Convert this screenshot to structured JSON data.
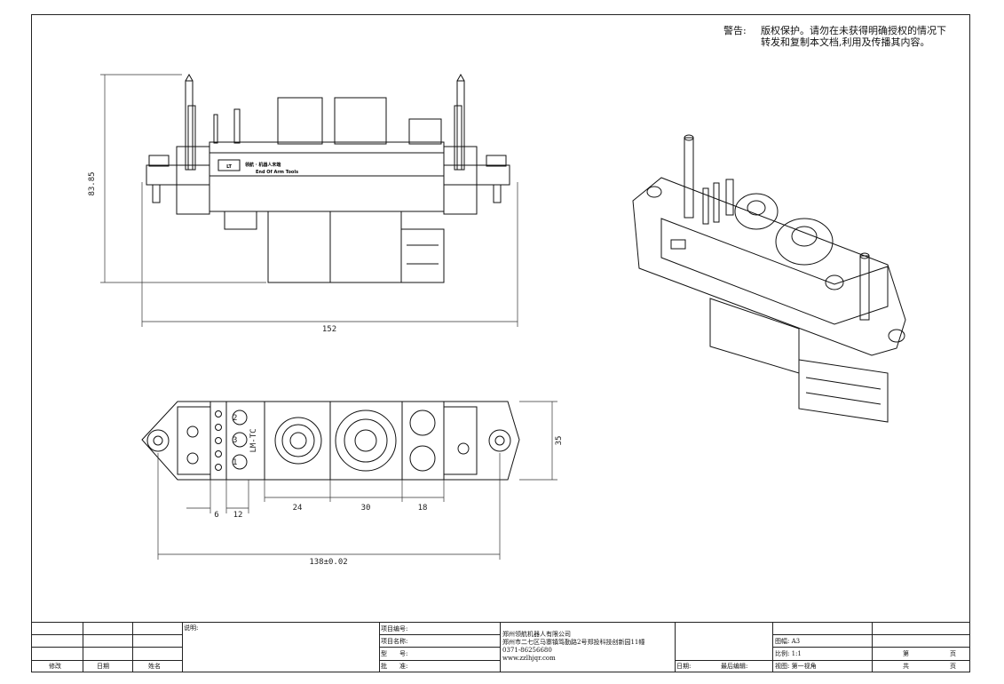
{
  "warning": {
    "label": "警告:",
    "line1": "版权保护。请勿在未获得明确授权的情况下",
    "line2": "转发和复制本文档,利用及传播其内容。"
  },
  "front_view": {
    "height_dim": "83.85",
    "width_dim": "152",
    "brand_cn": "领航 · 机器人末端",
    "brand_en": "End Of Arm Tools",
    "logo": "LT"
  },
  "plan_view": {
    "dims": [
      "6",
      "12",
      "24",
      "30",
      "18"
    ],
    "height_dim": "35",
    "span_dim": "138±0.02",
    "module_text": "LM-TC",
    "pin_labels": [
      "2",
      "3",
      "1"
    ]
  },
  "title_block": {
    "note_label": "说明:",
    "revision_headers": [
      "修改",
      "日期",
      "姓名"
    ],
    "project_no_label": "项目编号:",
    "project_name_label": "项目名称:",
    "model_label": "型　　号:",
    "approve_label": "批　　准:",
    "company": "郑州领航机器人有限公司",
    "address": "郑州市二七区马寨镇笃勤路2号郑投科技创新园11幢",
    "phone": "0371-86256680",
    "website": "www.zzlhjqr.com",
    "date_label": "日期:",
    "last_edit_label": "最后编辑:",
    "paper_label": "图幅: A3",
    "scale_label": "比例: 1:1",
    "view_label": "视图: 第一视角",
    "page_label": "第",
    "page_unit": "页",
    "total_label": "共",
    "total_unit": "页"
  }
}
